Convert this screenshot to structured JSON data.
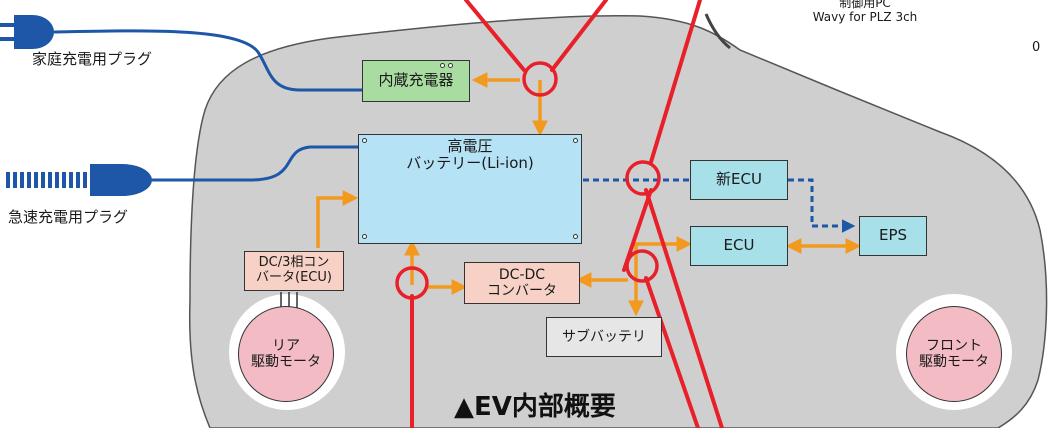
{
  "header": {
    "pc_label": "制御用PC",
    "pc_sublabel": "Wavy for PLZ 3ch",
    "counter": "0"
  },
  "plugs": {
    "home": "家庭充電用プラグ",
    "quick": "急速充電用プラグ"
  },
  "components": {
    "onboard_charger": "内蔵充電器",
    "battery_line1": "高電圧",
    "battery_line2": "バッテリー(Li-ion)",
    "new_ecu": "新ECU",
    "ecu": "ECU",
    "eps": "EPS",
    "dcdc_line1": "DC-DC",
    "dcdc_line2": "コンバータ",
    "sub_battery": "サブバッテリ",
    "three_phase_line1": "DC/3相コン",
    "three_phase_line2": "バータ(ECU)",
    "rear_motor_line1": "リア",
    "rear_motor_line2": "駆動モータ",
    "front_motor_line1": "フロント",
    "front_motor_line2": "駆動モータ"
  },
  "caption": "▲EV内部概要",
  "colors": {
    "car_body": "#cfcfcf",
    "charger": "#a8dca0",
    "battery": "#b6e2f6",
    "ecu": "#a8e0ea",
    "dcdc": "#f7d0c6",
    "sub_battery": "#e6e6e6",
    "motor": "#f3bcc4",
    "power_arrow": "#f39a1e",
    "signal_arrow": "#1e56a8",
    "probe": "#e8202a",
    "plug": "#1e56a8"
  }
}
